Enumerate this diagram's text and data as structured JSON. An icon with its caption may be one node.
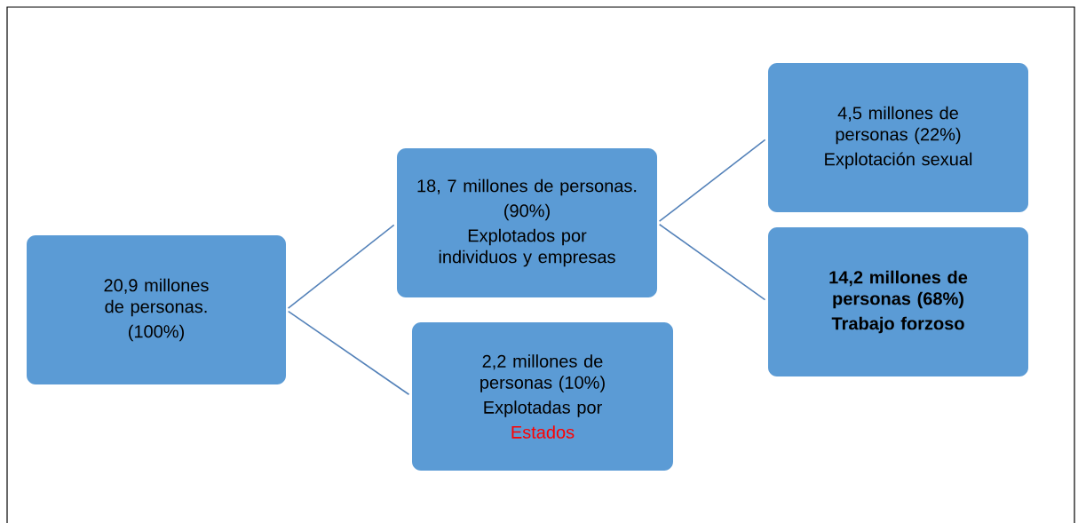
{
  "diagram": {
    "nodes": [
      {
        "text": [
          "20,9 millones de personas.",
          "(100%)"
        ]
      },
      {
        "text": [
          "18, 7 millones de personas.",
          "(90%)",
          "Explotados por individuos y empresas"
        ]
      },
      {
        "text": [
          "2,2 millones de personas (10%)",
          "Explotadas por",
          "Estados"
        ]
      },
      {
        "text": [
          "4,5 millones de personas (22%)",
          "Explotación sexual"
        ]
      },
      {
        "text": [
          "14,2 millones de personas (68%)",
          "Trabajo forzoso"
        ]
      }
    ],
    "edges": [
      {
        "from": 0,
        "to": 1,
        "arrow": "none"
      },
      {
        "from": 0,
        "to": 2,
        "arrow": "none"
      },
      {
        "from": 1,
        "to": 3,
        "arrow": "none"
      },
      {
        "from": 1,
        "to": 4,
        "arrow": "none"
      }
    ]
  }
}
